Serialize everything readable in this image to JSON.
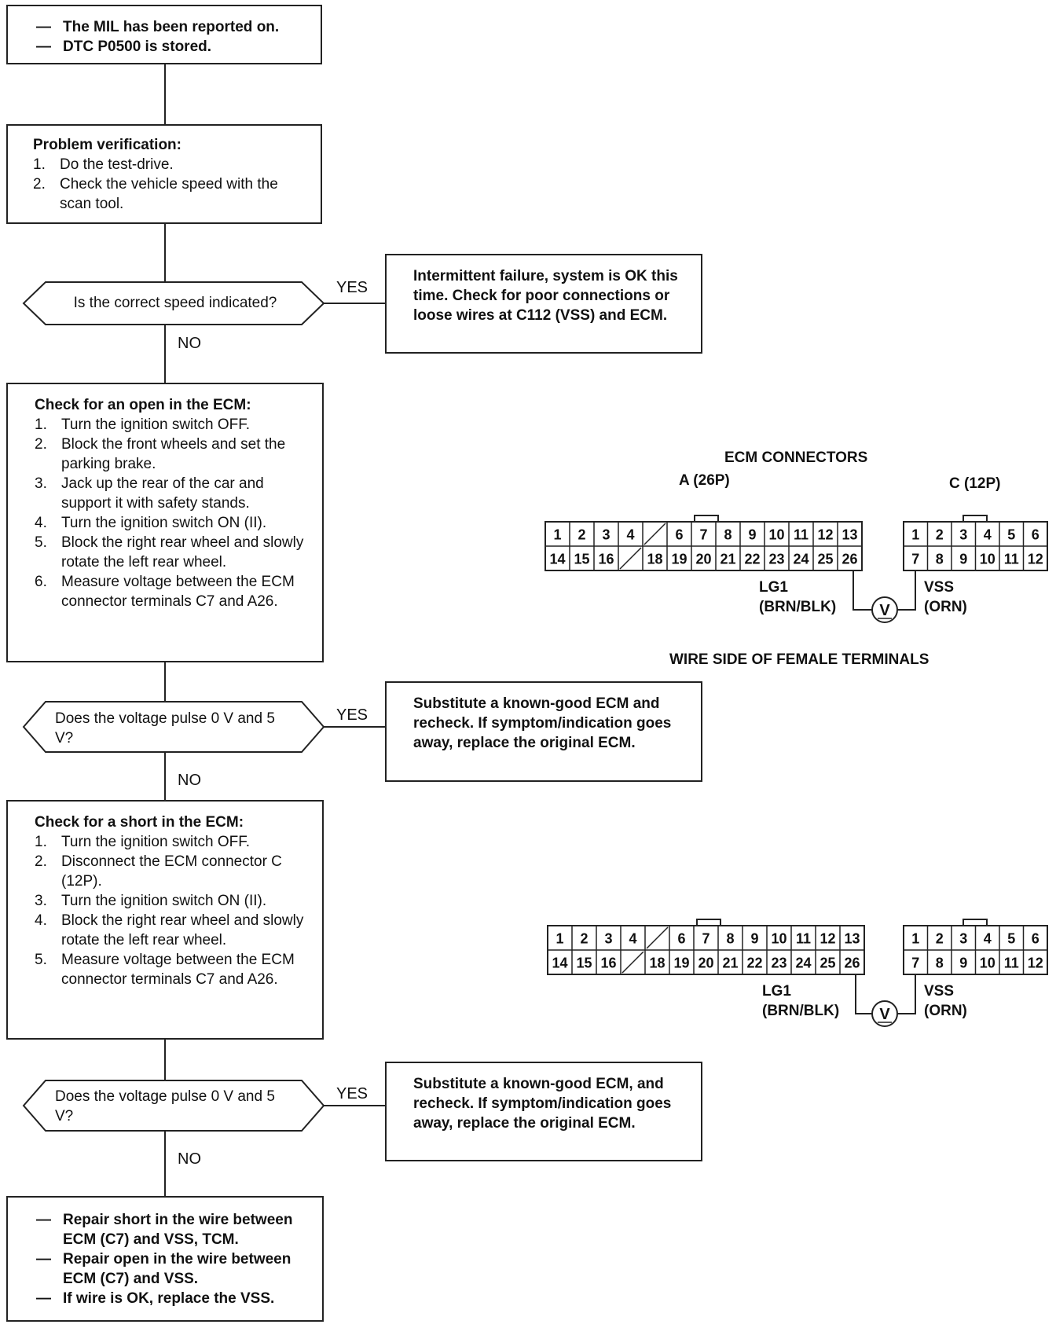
{
  "start_box": {
    "lines": [
      "The MIL has been reported on.",
      "DTC P0500 is stored."
    ]
  },
  "verify_box": {
    "title": "Problem verification:",
    "steps": [
      "Do the test-drive.",
      "Check the vehicle speed with the scan tool."
    ]
  },
  "decision1": {
    "question": "Is the correct speed indicated?"
  },
  "yes1_box": {
    "text": "Intermittent failure, system is OK this time. Check for poor connections or loose wires at C112 (VSS) and ECM."
  },
  "open_box": {
    "title": "Check for an open in the ECM:",
    "steps": [
      "Turn the ignition switch OFF.",
      "Block the front wheels and set the parking brake.",
      "Jack up the rear of the car and support it with safety stands.",
      "Turn the ignition switch ON (II).",
      "Block the right rear wheel and slowly rotate the left rear wheel.",
      "Measure voltage between the ECM connector terminals C7 and A26."
    ]
  },
  "decision2": {
    "question": "Does the voltage pulse 0 V and 5 V?"
  },
  "yes2_box": {
    "text": "Substitute a known-good ECM and recheck. If symptom/indication goes away, replace the original ECM."
  },
  "short_box": {
    "title": "Check for a short in the ECM:",
    "steps": [
      "Turn the ignition switch OFF.",
      "Disconnect the ECM connector C (12P).",
      "Turn the ignition switch ON (II).",
      "Block the right rear wheel and slowly rotate the left rear wheel.",
      "Measure voltage between the ECM connector terminals C7 and A26."
    ]
  },
  "decision3": {
    "question": "Does the voltage pulse 0 V and 5 V?"
  },
  "yes3_box": {
    "text": "Substitute a known-good ECM, and recheck. If symptom/indication goes away, replace the original ECM."
  },
  "end_box": {
    "lines": [
      "Repair short in the wire between ECM (C7) and VSS, TCM.",
      "Repair open in the wire between ECM (C7) and VSS.",
      "If wire is OK, replace the VSS."
    ]
  },
  "answers": {
    "yes": "YES",
    "no": "NO"
  },
  "connector_diagram": {
    "title": "ECM CONNECTORS",
    "conn_a_label": "A (26P)",
    "conn_c_label": "C (12P)",
    "conn_a_row1": [
      "1",
      "2",
      "3",
      "4",
      "",
      "6",
      "7",
      "8",
      "9",
      "10",
      "11",
      "12",
      "13"
    ],
    "conn_a_row2": [
      "14",
      "15",
      "16",
      "",
      "18",
      "19",
      "20",
      "21",
      "22",
      "23",
      "24",
      "25",
      "26"
    ],
    "conn_c_row1": [
      "1",
      "2",
      "3",
      "4",
      "5",
      "6"
    ],
    "conn_c_row2": [
      "7",
      "8",
      "9",
      "10",
      "11",
      "12"
    ],
    "lg1_label": "LG1",
    "lg1_color": "(BRN/BLK)",
    "vss_label": "VSS",
    "vss_color": "(ORN)",
    "meter_symbol": "V",
    "caption": "WIRE SIDE OF FEMALE TERMINALS"
  }
}
